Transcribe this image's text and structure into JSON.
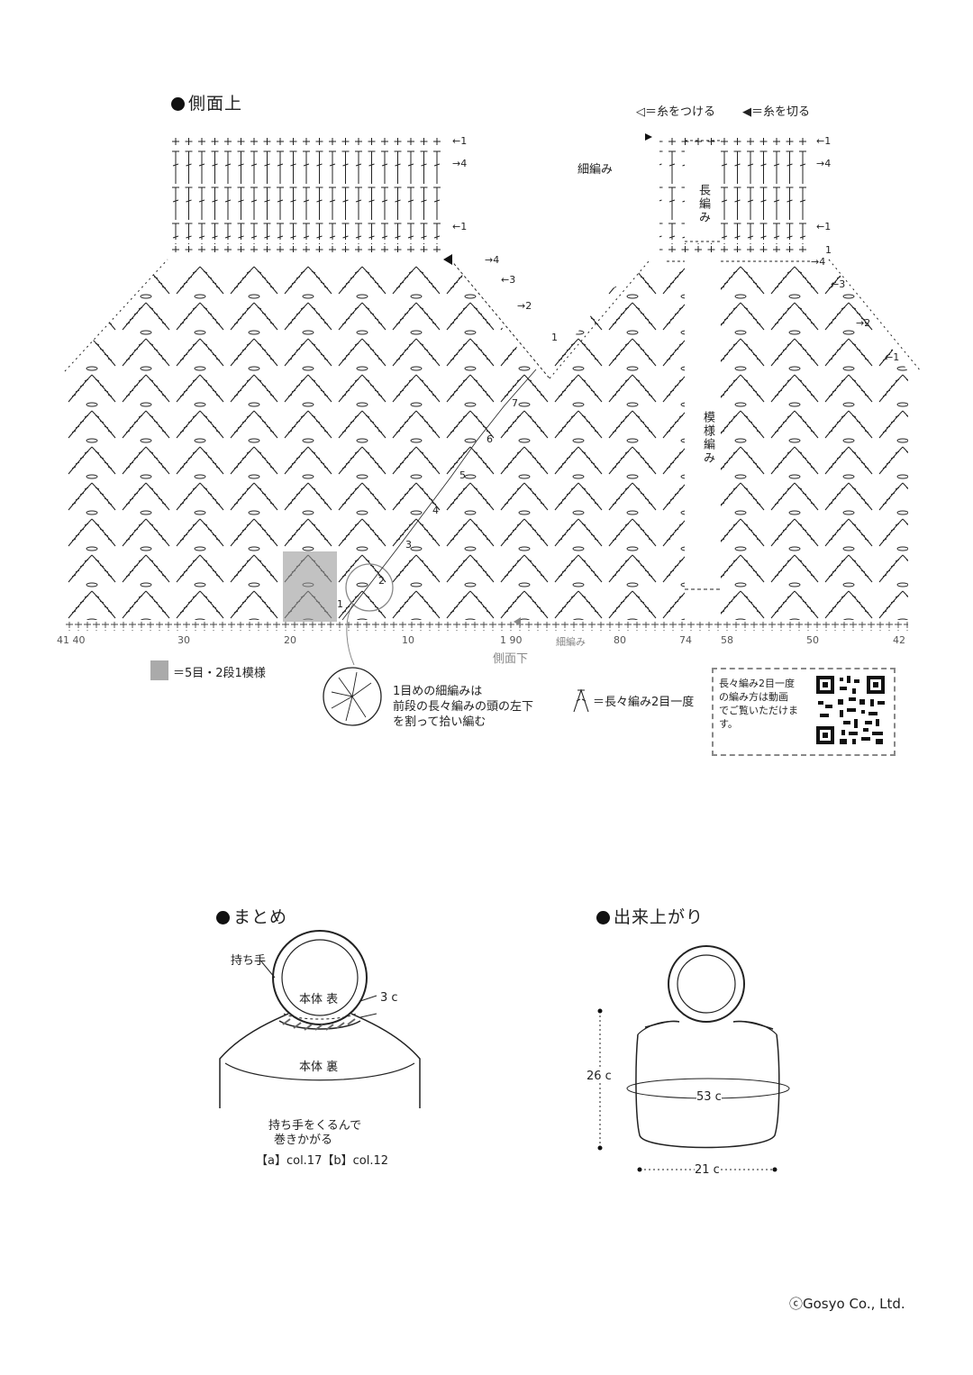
{
  "side_upper": {
    "title": "側面上",
    "legend_attach": "◁＝糸をつける",
    "legend_cut": "◀＝糸を切る",
    "label_sc": "細編み",
    "label_dc": "長編み",
    "label_pattern": "模様編み",
    "rows_left": [
      "←1",
      "→4",
      "←1"
    ],
    "rows_right": [
      "←1",
      "→4",
      "←1"
    ],
    "row_top_mid": "1",
    "row_arrow_4a": "→4",
    "row_arrow_4b": "→4",
    "row_arrow_3a": "←3",
    "row_arrow_3b": "←3",
    "row_arrow_2a": "→2",
    "row_arrow_2b": "→2",
    "row_arrow_1a": "1",
    "row_arrow_1b": "←1",
    "row_steps": [
      "7",
      "6",
      "5",
      "4",
      "3",
      "2",
      "1"
    ],
    "axis": [
      "41 40",
      "30",
      "20",
      "10",
      "1 90",
      "80",
      "74",
      "58",
      "50",
      "42"
    ],
    "bottom_sc": "細編み",
    "bottom_label": "側面下",
    "legend_repeat": "＝5目・2段1模様",
    "note_first_sc": [
      "1目めの細編みは",
      "前段の長々編みの頭の左下",
      "を割って拾い編む"
    ],
    "legend_tr2tog": "＝長々編み2目一度",
    "qr_note": [
      "長々編み2目一度",
      "の編み方は動画",
      "でご覧いただけま",
      "す。"
    ]
  },
  "finishing": {
    "title": "まとめ",
    "handle": "持ち手",
    "body_front": "本体 表",
    "body_back": "本体 裏",
    "size": "3 c",
    "instruction": [
      "持ち手をくるんで",
      "巻きかがる"
    ],
    "colors": "【a】col.17【b】col.12"
  },
  "finished": {
    "title": "出来上がり",
    "height": "26 c",
    "circumference": "53 c",
    "width": "21 c"
  },
  "footer": {
    "copyright": "ⓒGosyo Co., Ltd."
  }
}
